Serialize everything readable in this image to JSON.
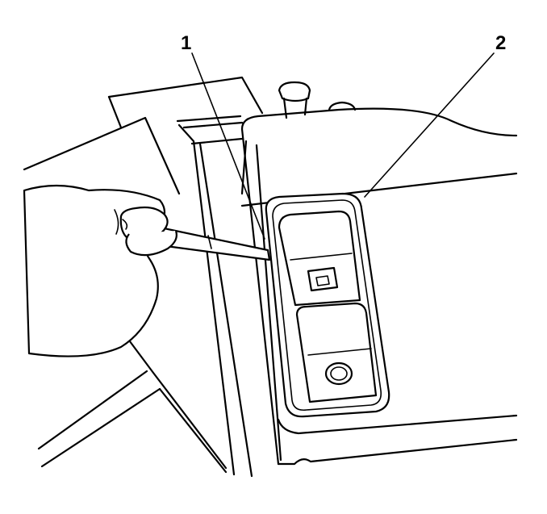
{
  "callouts": [
    {
      "id": "1",
      "label": "1",
      "target": "trim-tool"
    },
    {
      "id": "2",
      "label": "2",
      "target": "switch-bezel"
    }
  ],
  "colors": {
    "line": "#000000",
    "background": "#ffffff"
  }
}
